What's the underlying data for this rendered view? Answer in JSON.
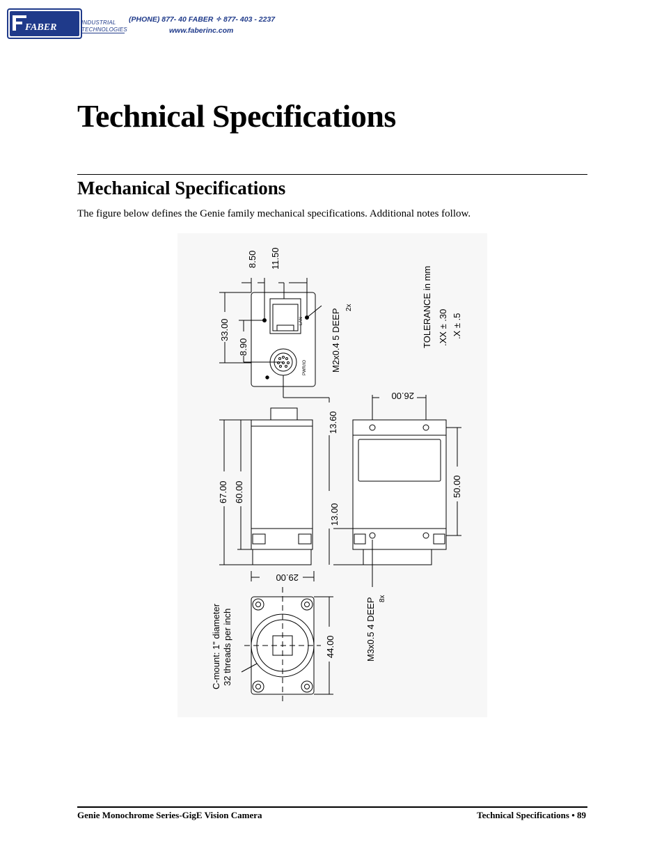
{
  "header": {
    "logo_text": "FABER",
    "logo_sub1": "INDUSTRIAL",
    "logo_sub2": "TECHNOLOGIES",
    "phone": "(PHONE) 877- 40 FABER  ✧  877- 403 - 2237",
    "website": "www.faberinc.com"
  },
  "page": {
    "title": "Technical Specifications",
    "section_title": "Mechanical Specifications",
    "intro": "The figure below defines the Genie family mechanical specifications. Additional notes follow."
  },
  "drawing": {
    "dim_8_50": "8.50",
    "dim_11_50": "11.50",
    "dim_33_00": "33.00",
    "dim_8_90": "8.90",
    "lan_label": "LAN",
    "pwr_label": "PWR/IO",
    "m2_note": "M2x0.4  5 DEEP",
    "m2_count": "2x",
    "tolerance_title": "TOLERANCE in mm",
    "tol_xx": ".XX ± .30",
    "tol_x": ".X    ± .5",
    "dim_13_60": "13.60",
    "dim_26_00": "26.00",
    "dim_67_00": "67.00",
    "dim_60_00": "60.00",
    "dim_13_00": "13.00",
    "dim_50_00": "50.00",
    "dim_29_00": "29.00",
    "m3_note": "M3x0.5  4 DEEP",
    "m3_count": "8x",
    "cmount_1": "C-mount: 1\" diameter",
    "cmount_2": "32 threads per inch",
    "dim_44_00": "44.00"
  },
  "footer": {
    "left": "Genie Monochrome Series-GigE Vision Camera",
    "right": "Technical Specifications  •  89"
  },
  "colors": {
    "brand_blue": "#1f3a8a"
  }
}
